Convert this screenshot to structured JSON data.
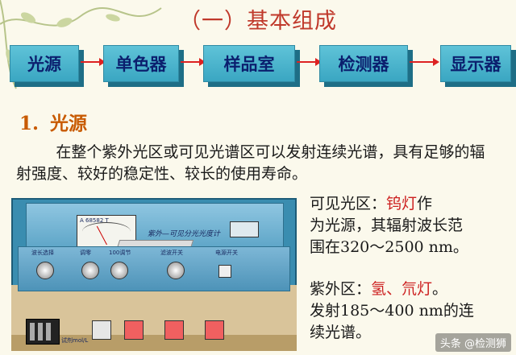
{
  "slide": {
    "title": "（一）基本组成",
    "flow": [
      "光源",
      "单色器",
      "样品室",
      "检测器",
      "显示器"
    ],
    "section": {
      "number": "1.",
      "heading": "光源"
    },
    "intro": "在整个紫外光区或可见光谱区可以发射连续光谱，具有足够的辐射强度、较好的稳定性、较长的使用寿命。",
    "visible": {
      "prefix": "可见光区：",
      "lamp": "钨灯",
      "rest_line1": "作",
      "line2": "为光源，其辐射波长范",
      "line3": "围在320～2500 nm。"
    },
    "uv": {
      "prefix": "紫外区：",
      "lamps": "氢、氘灯",
      "end": "。",
      "line2": "发射185～400 nm的连",
      "line3": "续光谱。"
    },
    "watermark": "头条 @检测狮"
  },
  "instrument": {
    "brand": "紫外—可见分光光度计",
    "meter_text": "A 68582 T",
    "labels": {
      "wavelength": "波长选择",
      "zero": "调零",
      "adjust": "100调节",
      "switch": "滤波开关",
      "power": "电源开关",
      "cuvette_tag": "试剂mol/L"
    }
  },
  "colors": {
    "title": "#c0392b",
    "flow_box": "#4ab4cc",
    "flow_text": "#0b1f6e",
    "arrow": "#dd2222",
    "heading": "#c85a00",
    "highlight": "#cc1e1e"
  }
}
